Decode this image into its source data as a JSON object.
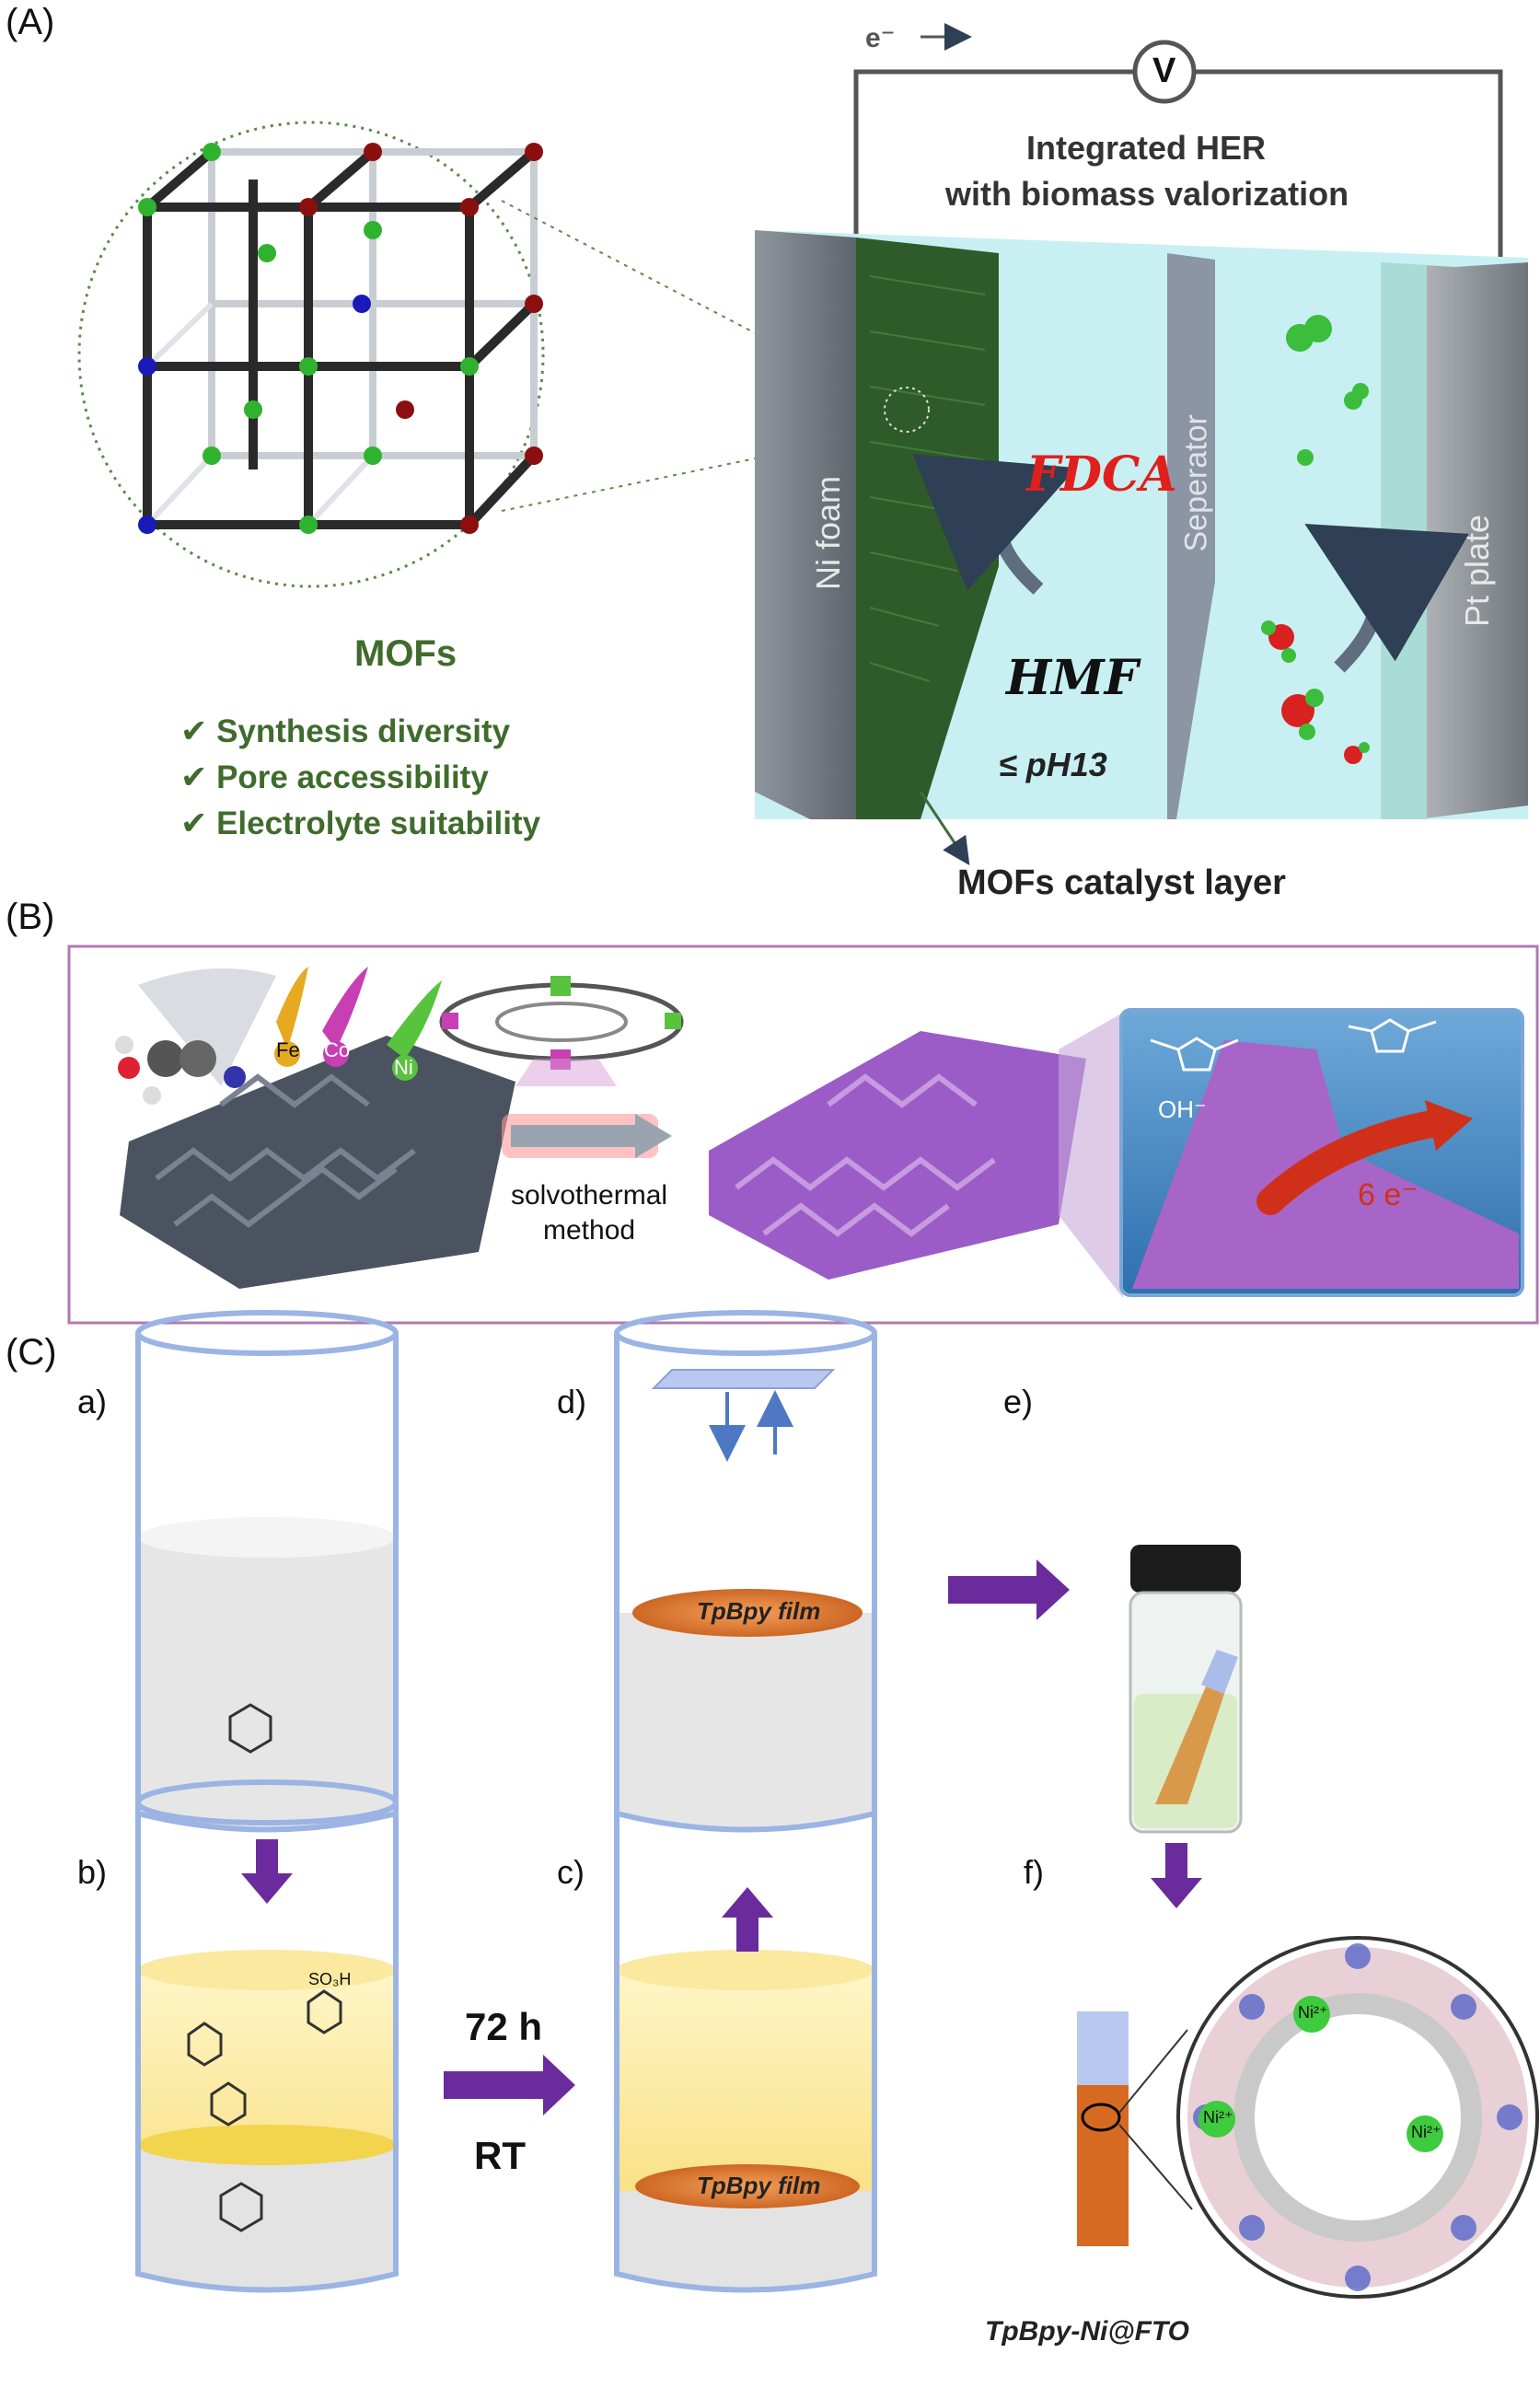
{
  "panels": {
    "a": "(A)",
    "b": "(B)",
    "c": "(C)"
  },
  "panel_a": {
    "electron": "e⁻",
    "voltmeter": "V",
    "title_line1": "Integrated HER",
    "title_line2": "with biomass valorization",
    "ni_foam": "Ni foam",
    "separator": "Seperator",
    "pt_plate": "Pt plate",
    "fdca": "FDCA",
    "hmf": "HMF",
    "ph": "≤ pH13",
    "mofs": "MOFs",
    "features": [
      "Synthesis diversity",
      "Pore accessibility",
      "Electrolyte suitability"
    ],
    "catalyst_layer": "MOFs catalyst layer"
  },
  "panel_b": {
    "metals": [
      "Fe",
      "Co",
      "Ni"
    ],
    "method_line1": "solvothermal",
    "method_line2": "method",
    "hydroxide": "OH⁻",
    "electrons": "6 e⁻",
    "colors": {
      "framework_gray": "#4b5260",
      "framework_purple": "#9b5cc8",
      "inset_bg": "#6ea9d8"
    }
  },
  "panel_c": {
    "steps": [
      "a)",
      "b)",
      "c)",
      "d)",
      "e)",
      "f)"
    ],
    "film": "TpBpy film",
    "time": "72 h",
    "temp": "RT",
    "product": "TpBpy-Ni@FTO",
    "ni_label": "Ni²⁺",
    "sulfonic": "SO₃H",
    "colors": {
      "arrow": "#6a2b9c",
      "beaker": "#9bb4e4",
      "film": "#d8722a"
    }
  }
}
